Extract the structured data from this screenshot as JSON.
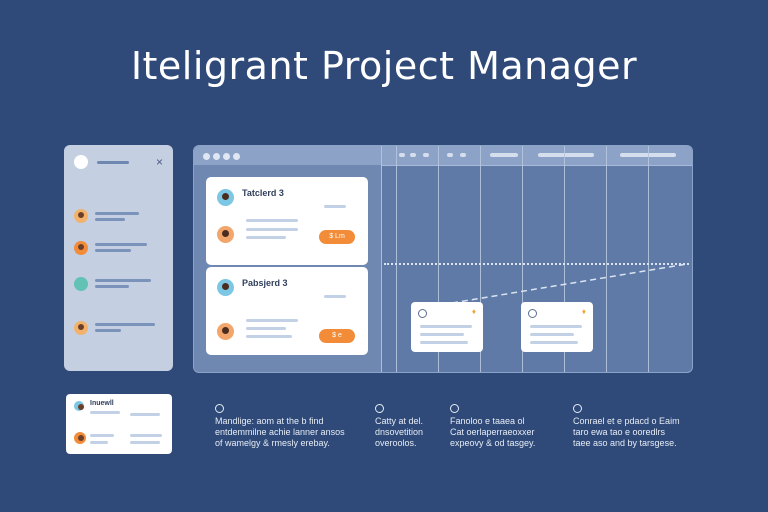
{
  "app": {
    "title": "Iteligrant Project Manager"
  },
  "sidebar": {
    "close_icon": "×"
  },
  "board": {
    "tasks": [
      {
        "title": "Tatclerd 3",
        "badge": "$ Lm"
      },
      {
        "title": "Pabsjerd 3",
        "badge": "$ e"
      }
    ]
  },
  "mini_card": {
    "title": "Inuewll"
  },
  "features": [
    {
      "lines": [
        "Mandlige: aom at the b find",
        "entdemmilne achie lanner ansos",
        "of wamelgy & rmesly erebay."
      ]
    },
    {
      "lines": [
        "Catty at del.",
        "dnsovetition",
        "overoolos."
      ]
    },
    {
      "lines": [
        "Fanoloo e taaea ol",
        "Cat oerlaperraeoxxer",
        "expeovy & od tasgey."
      ]
    },
    {
      "lines": [
        "Conrael et e pdacd o Eaim",
        "taro ewa tao e ooredlrs",
        "taee aso and by tarsgese."
      ]
    }
  ],
  "colors": {
    "background": "#2f4a78",
    "accent_orange": "#f28c38",
    "card": "#ffffff"
  }
}
